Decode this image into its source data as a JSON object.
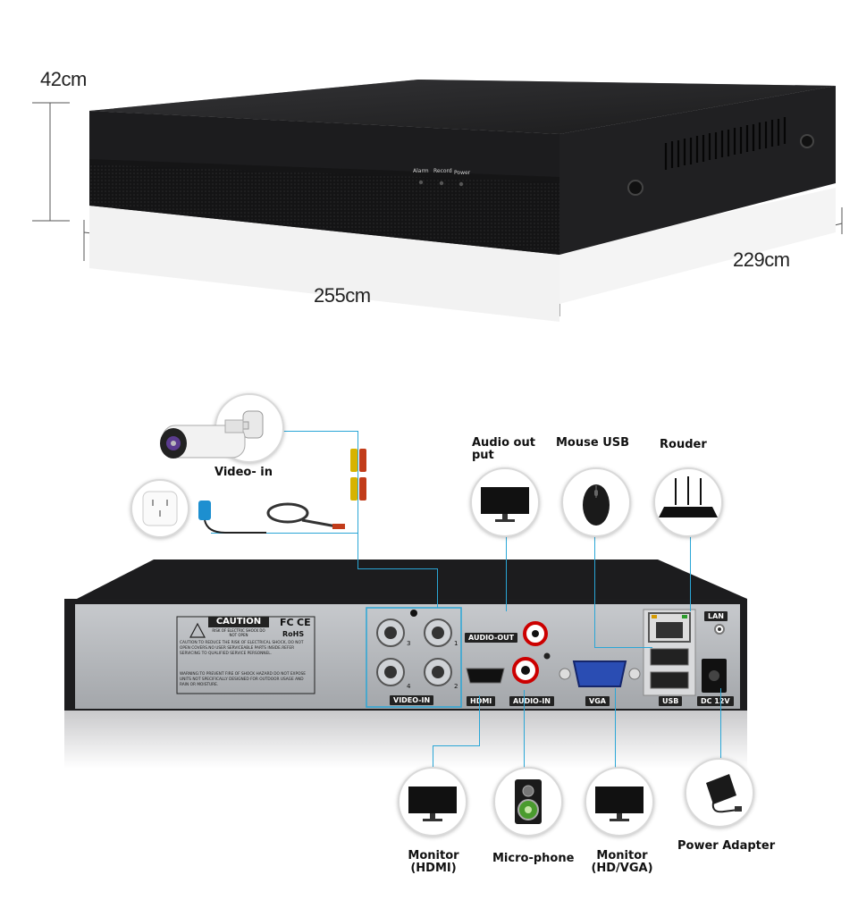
{
  "dimensions": {
    "height": "42cm",
    "width": "255cm",
    "depth": "229cm"
  },
  "front_panel": {
    "alarm": "Alarm",
    "record": "Record",
    "power": "Power"
  },
  "inputs": {
    "video_in": "Video- in"
  },
  "outputs": {
    "audio_out": "Audio out put",
    "mouse_usb": "Mouse USB",
    "router": "Rouder",
    "monitor_hdmi": "Monitor\n(HDMI)",
    "microphone": "Micro-phone",
    "monitor_vga": "Monitor\n(HD/VGA)",
    "power_adapter": "Power Adapter"
  },
  "rear_panel": {
    "caution_title": "CAUTION",
    "caution_sub": "RISK OF ELECTRIC SHOCK DO NOT OPEN",
    "fc": "FC",
    "ce": "CE",
    "rohs": "RoHS",
    "caution_text": "CAUTION:TO REDUCE THE RISK OF ELECTRICAL SHOCK, DO NOT OPEN COVERS.NO USER SERVICEABLE PARTS INSIDE.REFER SERVICING TO QUALIFIED SERVICE PERSONNEL.",
    "warning_text": "WARNING:TO PREVENT FIRE OF SHOCK HAZARD DO NOT EXPOSE UNITS NOT SPECIFICALLY DESIGNED FOR OUTDOOR USAGE AND RAIN OR MOISTURE.",
    "video_in": "VIDEO-IN",
    "audio_out": "AUDIO-OUT",
    "hdmi": "HDMI",
    "audio_in": "AUDIO-IN",
    "vga": "VGA",
    "usb": "USB",
    "lan": "LAN",
    "dc": "DC 12V",
    "bnc_numbers": [
      "3",
      "1",
      "4",
      "2"
    ]
  },
  "colors": {
    "wire": "#2aa6d6",
    "device": "#1b1b1d",
    "panel": "#b9bcc0"
  }
}
